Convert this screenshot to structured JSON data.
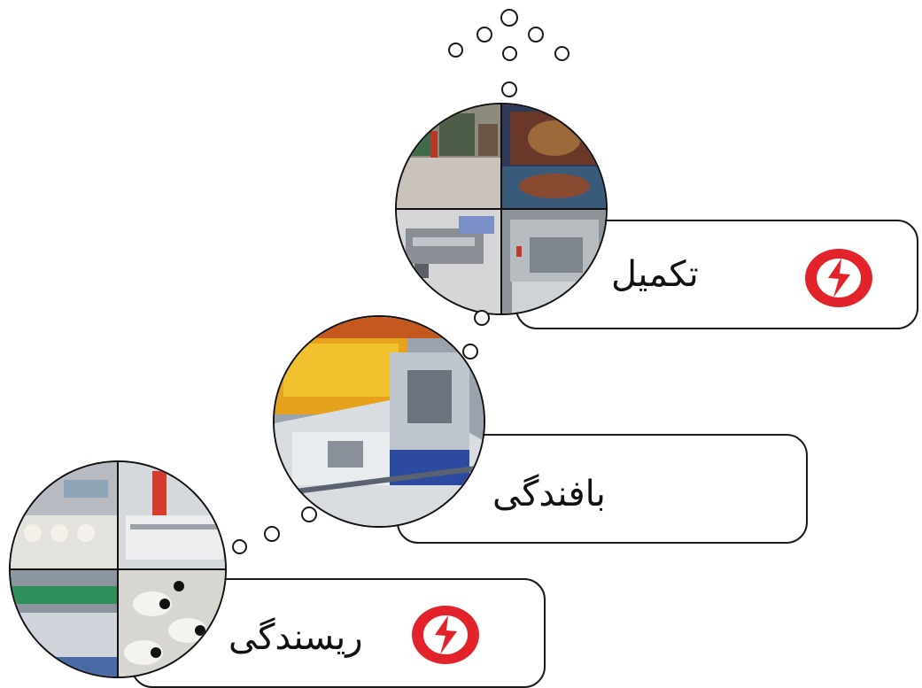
{
  "colors": {
    "logo_red": "#e3232c",
    "outline": "#1a1a1a",
    "background": "#ffffff"
  },
  "stages": [
    {
      "label": "تکمیل",
      "image": "finishing-photo-collage",
      "has_logo": true
    },
    {
      "label": "بافندگی",
      "image": "weaving-machine-photo",
      "has_logo": false
    },
    {
      "label": "ریسندگی",
      "image": "spinning-photo-collage",
      "has_logo": true
    }
  ],
  "icons": {
    "logo": "company-logo-icon",
    "bubble": "thought-bubble"
  }
}
